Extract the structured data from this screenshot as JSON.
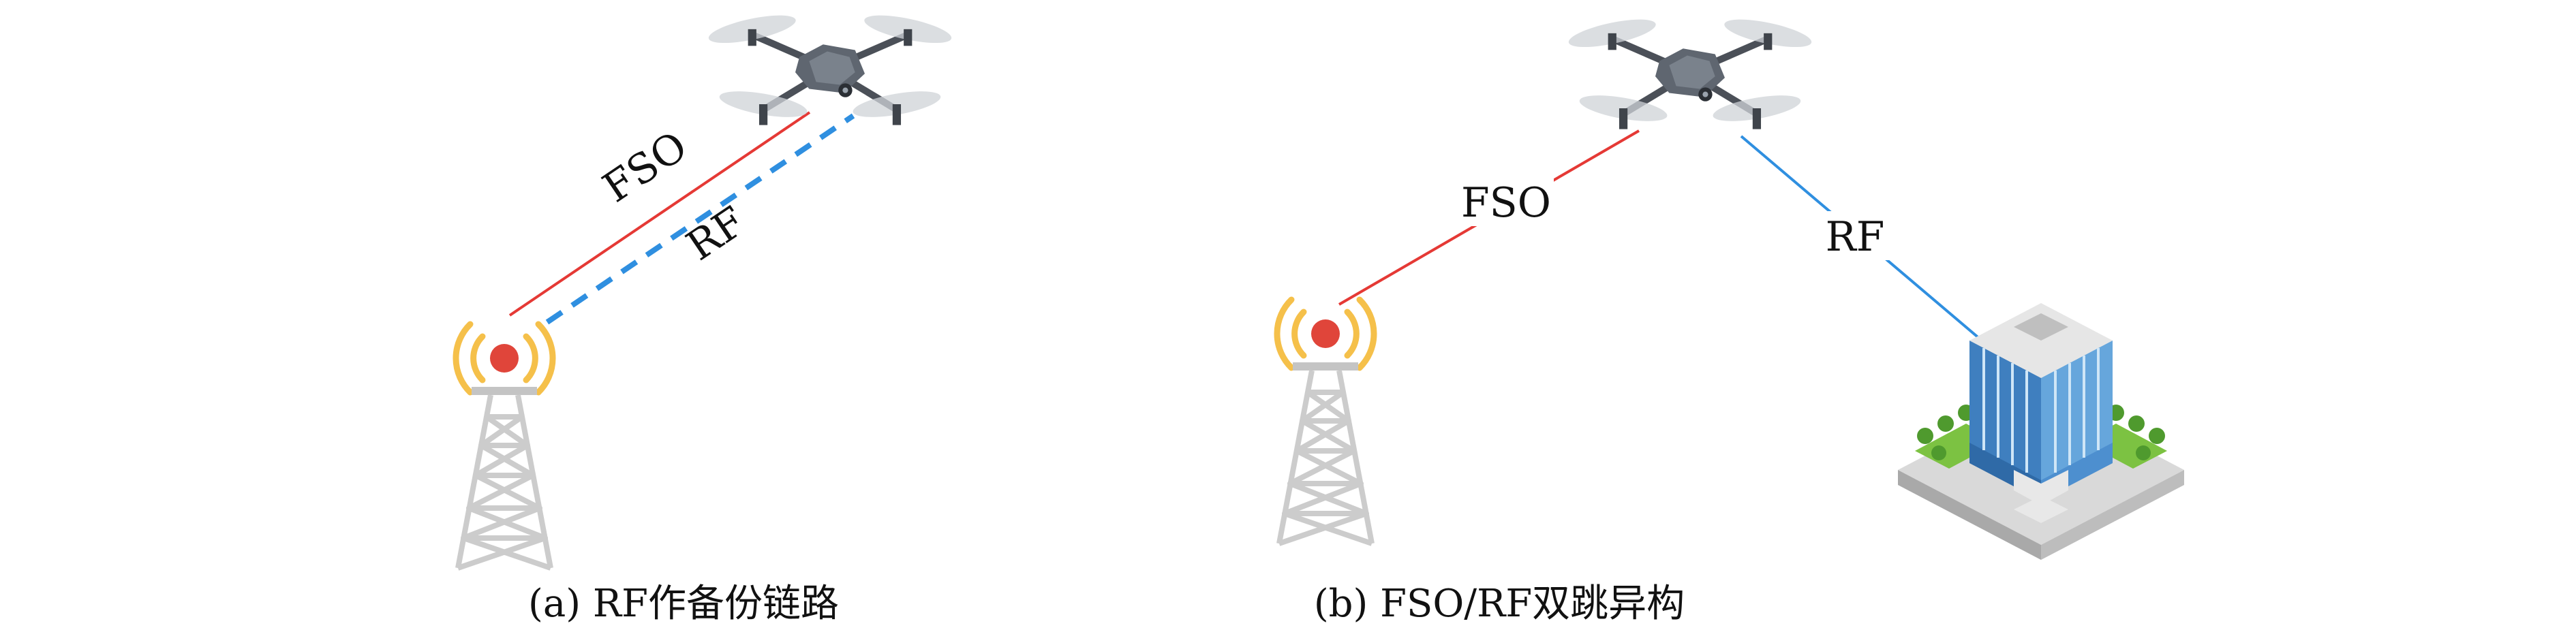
{
  "panel_a": {
    "fso_label": "FSO",
    "rf_label": "RF",
    "caption": "(a) RF作备份链路"
  },
  "panel_b": {
    "fso_label": "FSO",
    "rf_label": "RF",
    "caption": "(b) FSO/RF双跳异构"
  },
  "colors": {
    "fso_link": "#e53935",
    "rf_link": "#2f8fe0",
    "tower_signal": "#f5c04a",
    "tower_beacon": "#e0453a",
    "tower_frame": "#c9c9c9",
    "drone_body": "#5f6670",
    "building_glass": "#3f7fbf",
    "grass": "#7cc242"
  },
  "icons": [
    "cell-tower-icon",
    "drone-icon",
    "office-building-icon"
  ]
}
